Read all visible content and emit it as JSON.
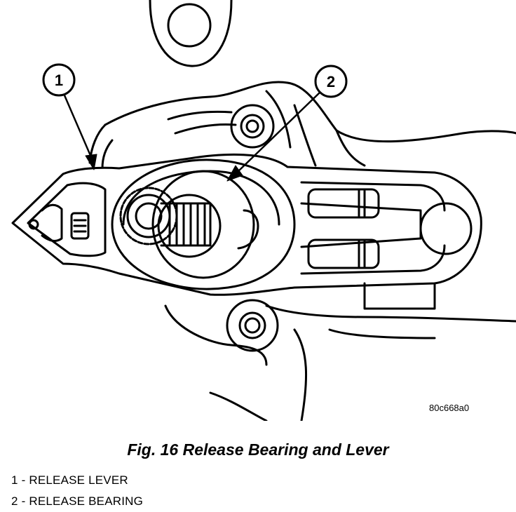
{
  "figure": {
    "code": "80c668a0",
    "caption": "Fig. 16 Release Bearing and Lever",
    "callouts": [
      {
        "number": "1",
        "part": "RELEASE LEVER"
      },
      {
        "number": "2",
        "part": "RELEASE BEARING"
      }
    ]
  },
  "legend": [
    "1 - RELEASE LEVER",
    "2 - RELEASE BEARING"
  ]
}
